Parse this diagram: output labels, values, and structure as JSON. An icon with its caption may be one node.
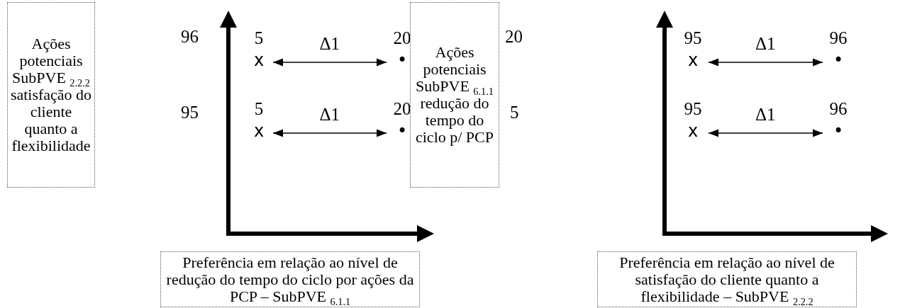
{
  "diagram": {
    "nodes": [
      {
        "text": [
          "Ações potenciais SubPVE $_{2.2.2}$ satisfação do cliente quanto a flexibilidade"
        ]
      },
      {
        "text": [
          "5",
          "x"
        ]
      },
      {
        "text": [
          "20",
          "•"
        ]
      },
      {
        "text": [
          "5",
          "x"
        ]
      },
      {
        "text": [
          "20",
          "•"
        ]
      },
      {
        "text": [
          "Preferência em relação ao nível de redução do tempo do ciclo por ações da PCP – SubPVE $_{6.1.1}$"
        ]
      },
      {
        "text": [
          "Ações potenciais SubPVE $_{6.1.1}$ redução do tempo do ciclo p/ PCP"
        ]
      },
      {
        "text": [
          "95",
          "x"
        ]
      },
      {
        "text": [
          "96",
          "•"
        ]
      },
      {
        "text": [
          "95",
          "x"
        ]
      },
      {
        "text": [
          "96",
          "•"
        ]
      },
      {
        "text": [
          "Preferência em relação ao nível de satisfação do cliente quanto a flexibilidade – SubPVE $_{2.2.2}$"
        ]
      }
    ],
    "edges": [
      {
        "from": 1,
        "to": 2,
        "arrow": "both",
        "label": "Δ1"
      },
      {
        "from": 3,
        "to": 4,
        "arrow": "both",
        "label": "Δ1"
      },
      {
        "from": 7,
        "to": 8,
        "arrow": "both",
        "label": "Δ1"
      },
      {
        "from": 9,
        "to": 10,
        "arrow": "both",
        "label": "Δ1"
      }
    ],
    "labels": [
      "96",
      "95",
      "20",
      "5"
    ]
  }
}
